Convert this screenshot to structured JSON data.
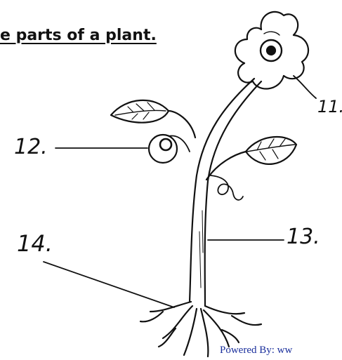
{
  "title": "e parts of a plant.",
  "labels": {
    "l11": "11.",
    "l12": "12.",
    "l13": "13.",
    "l14": "14."
  },
  "footer": "Powered By: ww",
  "colors": {
    "ink": "#111111",
    "footer_text": "#1a2f9c",
    "background": "#ffffff"
  }
}
